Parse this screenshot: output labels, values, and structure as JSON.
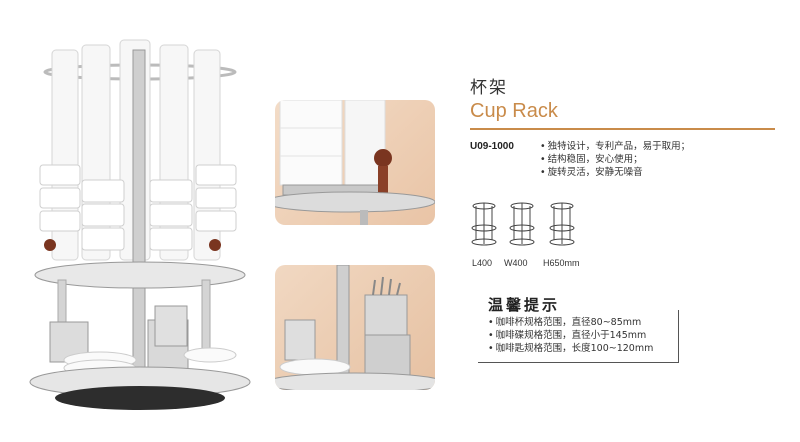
{
  "title": {
    "cn": "杯架",
    "en": "Cup Rack"
  },
  "model": "U09-1000",
  "features": [
    "独特设计，专利产品，易于取用；",
    "结构稳固，安心使用；",
    "旋转灵活，安静无噪音"
  ],
  "dimensions": [
    "L400",
    "W400",
    "H650mm"
  ],
  "tips": {
    "title": "温馨提示",
    "items": [
      "咖啡杯规格范围，直径80~85mm",
      "咖啡碟规格范围，直径小于145mm",
      "咖啡匙规格范围，长度100~120mm"
    ]
  },
  "colors": {
    "accent": "#c98b4a",
    "photo_bg": "#ecc8a9"
  }
}
